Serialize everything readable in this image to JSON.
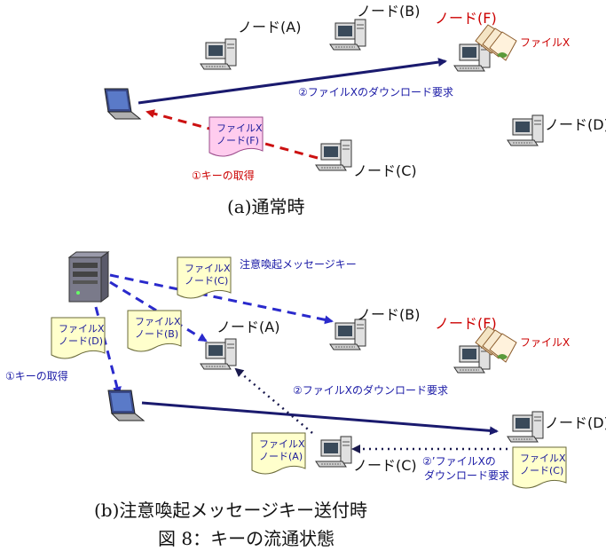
{
  "top": {
    "nodes": {
      "a": "ノード(A)",
      "b": "ノード(B)",
      "f": "ノード(F)",
      "c": "ノード(C)",
      "d": "ノード(D)"
    },
    "file_label": "ファイルX",
    "doc_lines": [
      "ファイルX",
      "ノード(F)"
    ],
    "step2": "②ファイルXのダウンロード要求",
    "step1": "①キーの取得",
    "caption": "(a)通常時"
  },
  "bottom": {
    "nodes": {
      "a": "ノード(A)",
      "b": "ノード(B)",
      "f": "ノード(F)",
      "c": "ノード(C)",
      "d": "ノード(D)"
    },
    "file_label": "ファイルX",
    "alert_key": "注意喚起メッセージキー",
    "docs": {
      "c": [
        "ファイルX",
        "ノード(C)"
      ],
      "b": [
        "ファイルX",
        "ノード(B)"
      ],
      "d": [
        "ファイルX",
        "ノード(D)"
      ],
      "a": [
        "ファイルX",
        "ノード(A)"
      ],
      "c2": [
        "ファイルX",
        "ノード(C)"
      ]
    },
    "step1": "①キーの取得",
    "step2": "②ファイルXのダウンロード要求",
    "step2b_line1": "②’ファイルXの",
    "step2b_line2": "ダウンロード要求",
    "caption": "(b)注意喚起メッセージキー送付時"
  },
  "figure_caption": "図 8：キーの流通状態",
  "colors": {
    "arrow_solid": "#1a1a6e",
    "arrow_blue_dash": "#2a2acc",
    "arrow_red_dash": "#cc1111",
    "doc_yellow": "#ffffcc",
    "doc_pink": "#ffccee"
  }
}
